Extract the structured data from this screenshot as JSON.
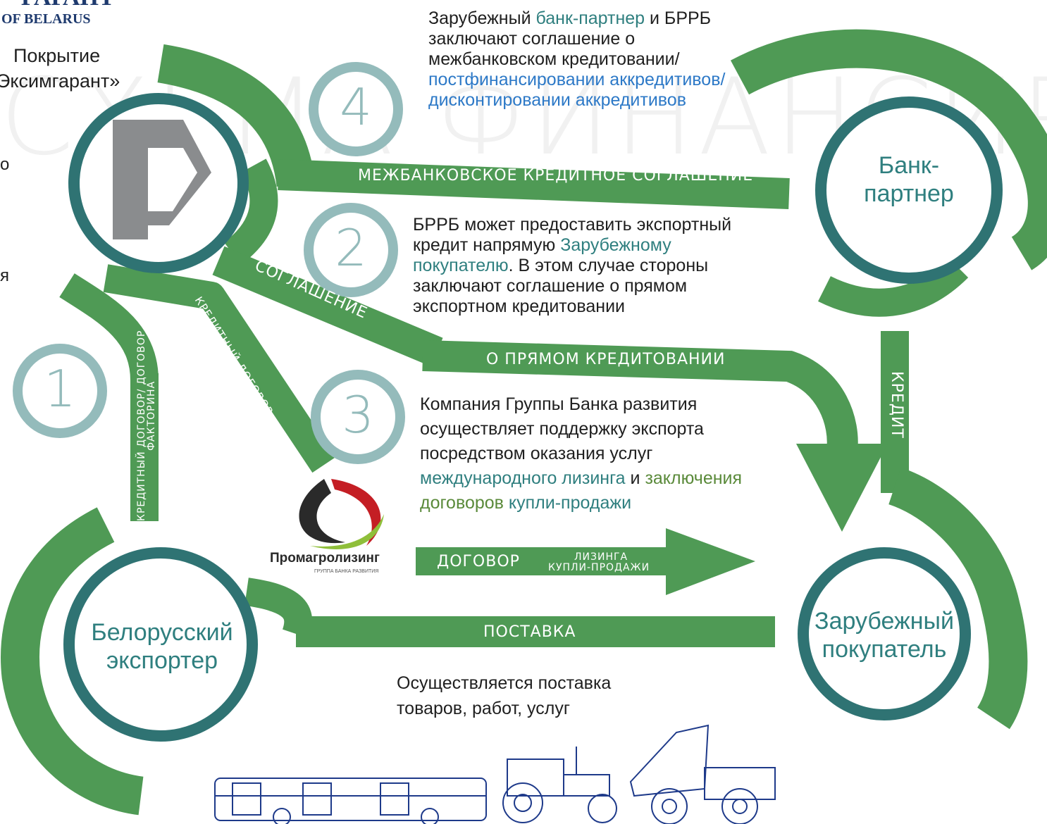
{
  "header": {
    "logo_text": "ГАРАНТ",
    "logo_sub": "OF BELARUS",
    "title_line1": "Покрытие",
    "title_line2": "«Эксимгарант»",
    "edge_letter1": "о",
    "edge_letter2": "я"
  },
  "watermark": "СХЕМА ФИНАНСИРОВАНИЯ",
  "nodes": {
    "brrb": {
      "logo": "brrb-logo"
    },
    "bank_partner": "Банк-партнер",
    "exporter": "Белорусский экспортер",
    "buyer": "Зарубежный покупатель",
    "leasing": {
      "name": "Промагролизинг",
      "sub": "ГРУППА БАНКА РАЗВИТИЯ"
    }
  },
  "steps": [
    {
      "num": "1"
    },
    {
      "num": "2",
      "text": {
        "p1": "БРРБ может предоставить экспортный кредит напрямую ",
        "hl": "Зарубежному покупателю",
        "p2": ". В этом случае стороны заключают соглашение о прямом экспортном кредитовании"
      }
    },
    {
      "num": "3",
      "text": {
        "p1": "Компания Группы Банка развития осуществляет поддержку экспорта посредством оказания услуг ",
        "hl1": "международного лизинга",
        "p2": " и ",
        "hl2": "заключения договоров",
        "p3": " ",
        "hl3": "купли-продажи"
      }
    },
    {
      "num": "4",
      "text": {
        "p1": "Зарубежный ",
        "hl1": "банк-партнер",
        "p2": " и БРРБ заключают соглашение о межбанковском кредитовании/ ",
        "hl2": "постфинансировании аккредитивов/ дисконтировании аккредитивов"
      }
    }
  ],
  "bands": {
    "interbank": "МЕЖБАНКОВСКОЕ КРЕДИТНОЕ СОГЛАШЕНИЕ",
    "agreement": "СОГЛАШЕНИЕ",
    "direct_credit": "О ПРЯМОМ КРЕДИТОВАНИИ",
    "credit_contract": "КРЕДИТНЫЙ ДОГОВОР",
    "credit_factoring_1": "КРЕДИТНЫЙ ДОГОВОР/ ДОГОВОР",
    "credit_factoring_2": "ФАКТОРИНА",
    "credit": "КРЕДИТ",
    "contract": "ДОГОВОР",
    "leasing": "ЛИЗИНГА",
    "sale": "КУПЛИ-ПРОДАЖИ",
    "supply": "ПОСТАВКА"
  },
  "supply_note": "Осуществляется поставка товаров, работ, услуг",
  "icons": [
    "bus-icon",
    "tractor-icon",
    "dump-truck-icon"
  ],
  "colors": {
    "band_green": "#4f9a55",
    "ring_teal": "#2f7373",
    "number_circle": "#94bbbb",
    "accent_teal": "#2f7f7f",
    "accent_blue": "#2d79c7"
  }
}
